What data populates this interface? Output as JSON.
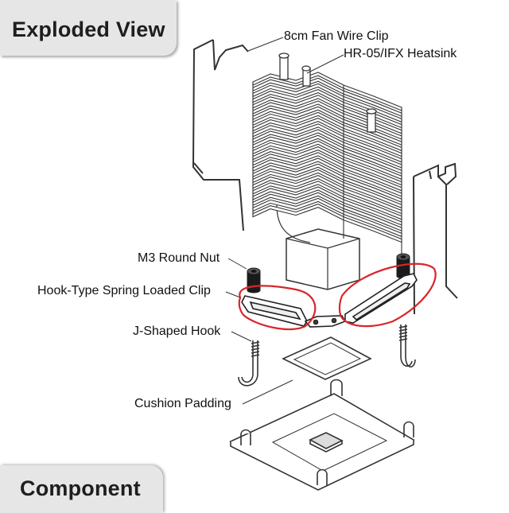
{
  "header": {
    "title": "Exploded View"
  },
  "footer": {
    "title": "Component"
  },
  "labels": {
    "fan_clip": "8cm Fan Wire Clip",
    "heatsink": "HR-05/IFX Heatsink",
    "nut": "M3 Round Nut",
    "spring_clip": "Hook-Type Spring Loaded Clip",
    "hook": "J-Shaped Hook",
    "padding": "Cushion Padding"
  },
  "colors": {
    "highlight": "#d8262a",
    "line": "#333333",
    "tab": "#e6e6e6"
  }
}
